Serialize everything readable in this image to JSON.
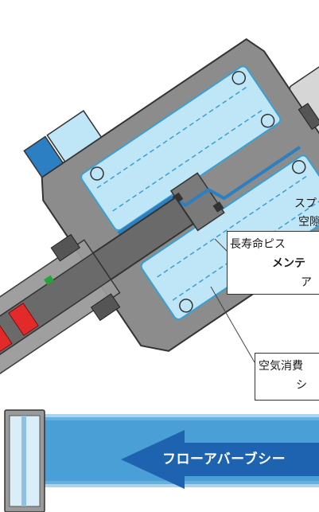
{
  "labels": {
    "spring_l1": "スプ",
    "spring_l2": "空隙",
    "piston_l1": "長寿命ピス",
    "piston_l2": "メンテ",
    "piston_l3": "ア",
    "air_l1": "空気消費",
    "air_l2": "シ",
    "flow_banner": "フローアバーブシー"
  },
  "icons": [
    "valve-actuator-cross-section",
    "flow-direction-arrow"
  ],
  "colors": {
    "body_gray": "#8c8c8c",
    "body_dark": "#5f5f5f",
    "chamber_blue": "#bfe6f6",
    "chamber_outline": "#3a9fd2",
    "air_blue": "#2b7fc2",
    "seal_red": "#e32a2a",
    "seal_green": "#24a43a",
    "banner_blue": "#4a9fd6",
    "arrow_blue": "#1e63b0"
  }
}
